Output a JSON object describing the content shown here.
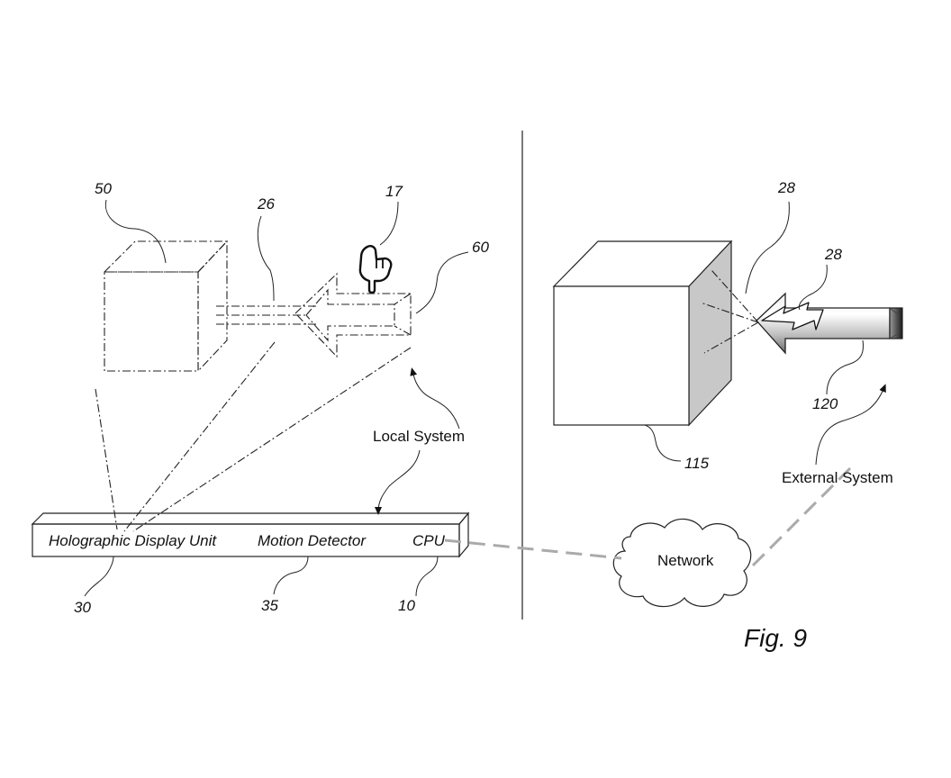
{
  "figure_label": "Fig. 9",
  "labels": {
    "local_system": "Local System",
    "external_system": "External System",
    "network": "Network",
    "holographic_display_unit": "Holographic Display Unit",
    "motion_detector": "Motion Detector",
    "cpu": "CPU"
  },
  "refs": {
    "r50": "50",
    "r26": "26",
    "r17": "17",
    "r60": "60",
    "r28a": "28",
    "r28b": "28",
    "r120": "120",
    "r115": "115",
    "r30": "30",
    "r35": "35",
    "r10": "10"
  },
  "colors": {
    "ink": "#222222",
    "dashed_link": "#aaaaaa",
    "cube_shade": "#c8c8c8"
  },
  "icons": [
    "pointing-hand-icon",
    "lightning-bolt-icon",
    "network-cloud-icon"
  ]
}
